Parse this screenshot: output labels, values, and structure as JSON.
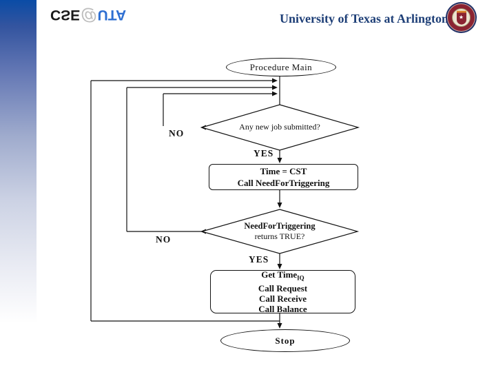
{
  "page": {
    "background": "#ffffff",
    "line_color": "#111111"
  },
  "header": {
    "title": "University of Texas at Arlington",
    "title_color": "#1e3f77",
    "logo": {
      "cse": "CSE",
      "at": "@",
      "uta": "UTA",
      "cse_color": "#1a1a1a",
      "at_color": "#bdbdbd",
      "uta_color": "#2e6fd2"
    },
    "seal_star": "★",
    "seal_colors": {
      "outer": "#223168",
      "ring": "#8b2332",
      "inner": "#ede4d0",
      "accent": "#d9822b"
    }
  },
  "sidebar": {
    "gradient_top": "#0a4ca6",
    "gradient_bottom": "#ffffff"
  },
  "flowchart": {
    "start_label": "Procedure Main",
    "decision1": {
      "text": "Any new job submitted?",
      "no": "NO",
      "yes": "YES"
    },
    "process1": {
      "lines": [
        "Time = CST",
        "Call NeedForTriggering"
      ]
    },
    "decision2": {
      "line1": "NeedForTriggering",
      "line2": "returns TRUE?",
      "no": "NO",
      "yes": "YES"
    },
    "process2": {
      "line1": "Get Time",
      "line1_sub": "IQ",
      "lines": [
        "Call Request",
        "Call Receive",
        "Call Balance"
      ]
    },
    "end_label": "Stop"
  }
}
